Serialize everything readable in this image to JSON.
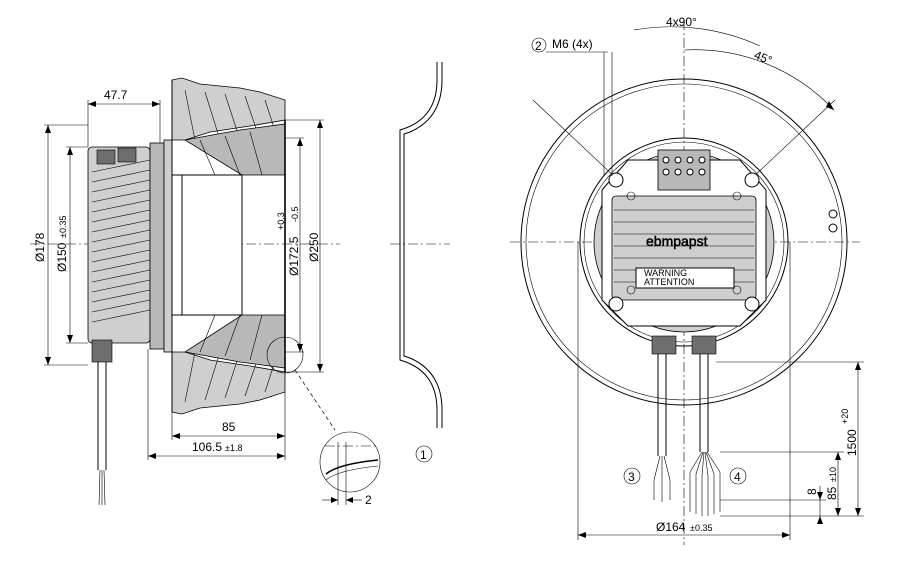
{
  "dimensions": {
    "d178": "Ø178",
    "d150": "Ø150",
    "d150_tol": "±0.35",
    "w47_7": "47.7",
    "d172_5": "Ø172.5",
    "d172_5_tol_upper": "+0.3",
    "d172_5_tol_lower": "-0.5",
    "d250": "Ø250",
    "l85": "85",
    "l106_5": "106.5",
    "l106_5_tol": "±1.8",
    "l2": "2",
    "angle_4x90": "4x90°",
    "angle_45": "45°",
    "thread": "M6 (4x)",
    "d164": "Ø164",
    "d164_tol": "±0.35",
    "l1500": "1500",
    "l1500_tol": "+20",
    "l85b": "85",
    "l85b_tol": "±10",
    "l8": "8"
  },
  "callouts": {
    "c1": "1",
    "c2": "2",
    "c3": "3",
    "c4": "4"
  },
  "motor": {
    "brand": "ebmpapst",
    "warning": "WARNING",
    "attention": "ATTENTION"
  },
  "colors": {
    "line": "#000000",
    "shade": "#cfcfcf",
    "shade_dark": "#6e6e6e",
    "background": "#ffffff"
  }
}
